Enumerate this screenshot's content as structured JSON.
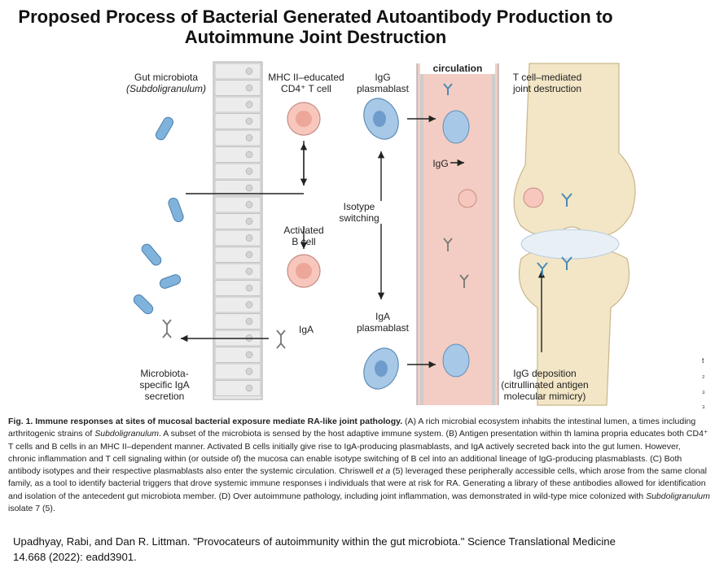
{
  "title_line1": "Proposed Process of Bacterial Generated Autoantibody Production to",
  "title_line2": "Autoimmune Joint Destruction",
  "labels": {
    "gut_microbiota": "Gut microbiota",
    "subdoligranulum": "(Subdoligranulum)",
    "mhc_line1": "MHC II–educated",
    "mhc_line2": "CD4⁺ T cell",
    "igg_plasmablast_line1": "IgG",
    "igg_plasmablast_line2": "plasmablast",
    "circulation": "circulation",
    "tcell_line1": "T cell–mediated",
    "tcell_line2": "joint destruction",
    "igg_small": "IgG",
    "isotype_line1": "Isotype",
    "isotype_line2": "switching",
    "activated_line1": "Activated",
    "activated_line2": "B cell",
    "iga_plasmablast_line1": "IgA",
    "iga_plasmablast_line2": "plasmablast",
    "iga": "IgA",
    "microbiota_line1": "Microbiota-",
    "microbiota_line2": "specific IgA",
    "microbiota_line3": "secretion",
    "igg_dep_line1": "IgG deposition",
    "igg_dep_line2": "(citrullinated antigen",
    "igg_dep_line3": "molecular mimicry)"
  },
  "caption": {
    "fig": "Fig. 1.",
    "heading": "Immune responses at sites of mucosal bacterial exposure mediate RA-like joint pathology.",
    "part1": "(A) A rich microbial ecosystem inhabits the intestinal lumen, a",
    "part2": "times including arthritogenic strains of",
    "organism": "Subdoligranulum",
    "part3": ". A subset of the microbiota is sensed by the host adaptive immune system. (B) Antigen presentation within th",
    "part4": "lamina propria educates both CD4⁺ T cells and B cells in an MHC II–dependent manner. Activated B cells initially give rise to IgA-producing plasmablasts, and IgA",
    "part5": "actively secreted back into the gut lumen. However, chronic inflammation and T cell signaling within (or outside of) the mucosa can enable isotype switching of B cel",
    "part6": "into an additional lineage of IgG-producing plasmablasts. (C) Both antibody isotypes and their respective plasmablasts also enter the systemic circulation. Chriswell",
    "etal": "et a",
    "part7": "(5) leveraged these peripherally accessible cells, which arose from the same clonal family, as a tool to identify bacterial triggers that drove systemic immune responses i",
    "part8": "individuals that were at risk for RA. Generating a library of these antibodies allowed for identification and isolation of the antecedent gut microbiota member. (D) Over",
    "part9": "autoimmune pathology, including joint inflammation, was demonstrated in wild-type mice colonized with",
    "organism2": "Subdoligranulum",
    "part10": "isolate 7 (5)."
  },
  "citation_line1": "Upadhyay, Rabi, and Dan R. Littman. \"Provocateurs of autoimmunity within the gut microbiota.\" Science Translational Medicine",
  "citation_line2": "14.668 (2022): eadd3901.",
  "edge_marks": [
    "t",
    "₂",
    "₃",
    "₃"
  ],
  "colors": {
    "bacteria": "#7fb3dc",
    "tcell": "#f4b8ae",
    "plasmablast": "#a7c8e6",
    "vessel": "#f2c9bf",
    "bone": "#f2e4c0",
    "epithelium": "#e6e6e6"
  }
}
